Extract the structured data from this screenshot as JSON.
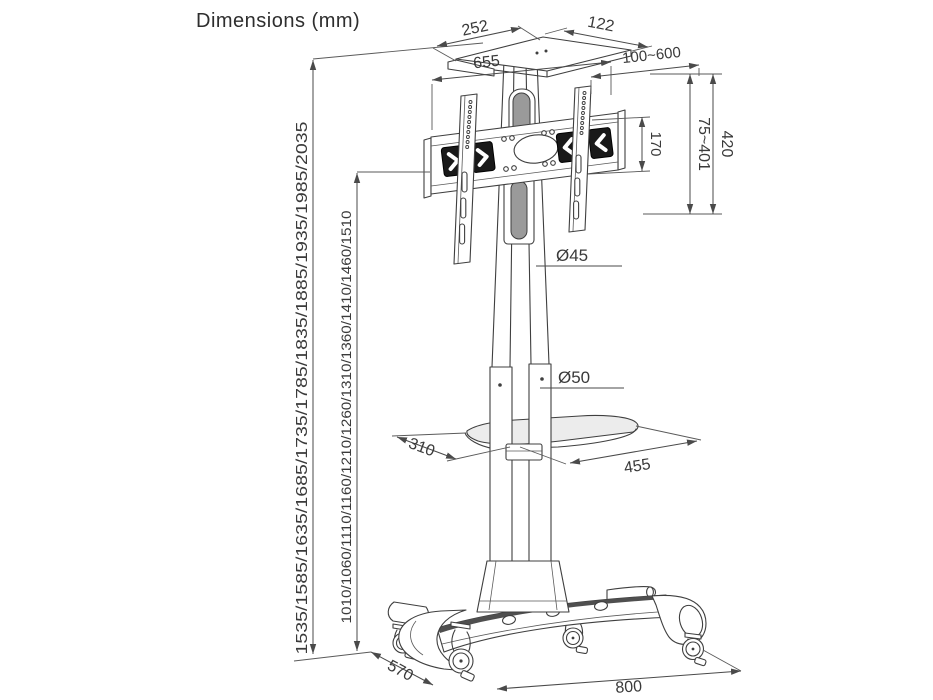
{
  "title": "Dimensions (mm)",
  "colors": {
    "ink": "#3f3f3f",
    "dimension_line": "#4a4a4a",
    "background": "#ffffff",
    "shelf_fill": "#ececec",
    "slot_fill": "#9a9a9a",
    "beam_stripe": "#4f4f4f",
    "chevron_box": "#191919"
  },
  "dimensions": {
    "top_plate": {
      "width": "252",
      "depth": "122"
    },
    "tv_bracket": {
      "width": "655",
      "screen_width_range": "100~600",
      "vesa_vertical_spacing": "170",
      "tilt_height_range": "75~401",
      "height": "420"
    },
    "pole": {
      "upper_diameter": "Ø45",
      "lower_diameter": "Ø50"
    },
    "shelf": {
      "depth": "310",
      "width": "455"
    },
    "heights": {
      "overall": "1535/1585/1635/1685/1735/1785/1835/1885/1935/1985/2035",
      "bracket": "1010/1060/1110/1160/1210/1260/1310/1360/1410/1460/1510"
    },
    "base": {
      "depth": "570",
      "width": "800"
    }
  }
}
